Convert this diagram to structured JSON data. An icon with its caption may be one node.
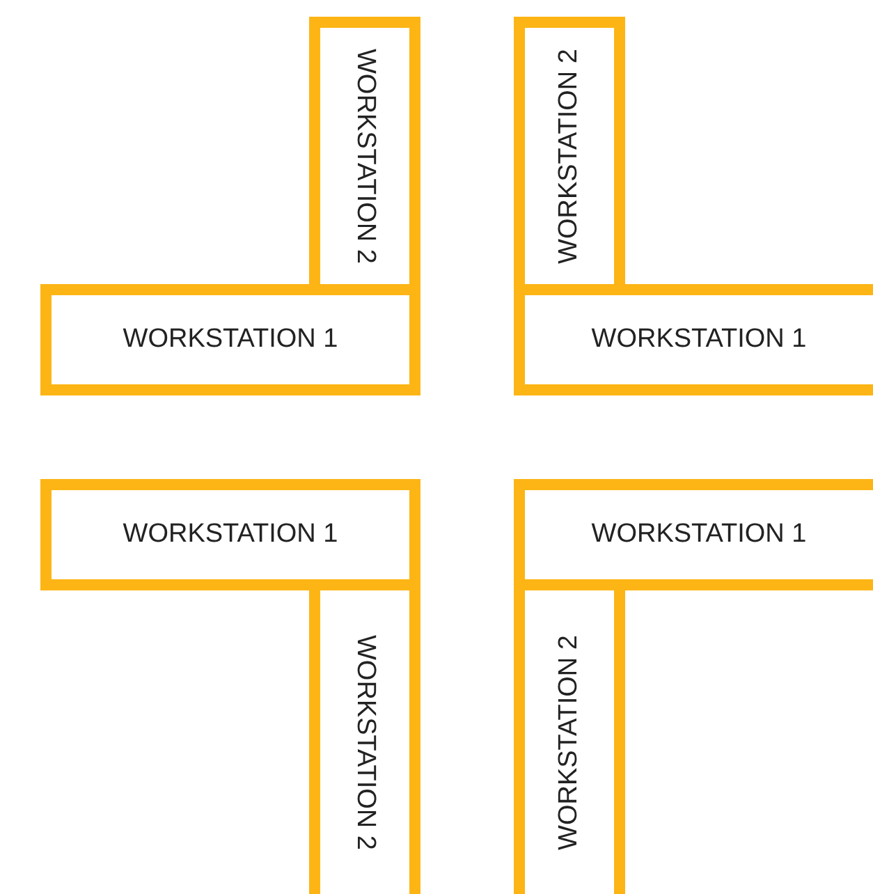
{
  "diagram": {
    "nodes": [
      {
        "text": [
          "WORKSTATION 2"
        ]
      },
      {
        "text": [
          "WORKSTATION 2"
        ]
      },
      {
        "text": [
          "WORKSTATION 1"
        ]
      },
      {
        "text": [
          "WORKSTATION 1"
        ]
      },
      {
        "text": [
          "WORKSTATION 1"
        ]
      },
      {
        "text": [
          "WORKSTATION 1"
        ]
      },
      {
        "text": [
          "WORKSTATION 2"
        ]
      },
      {
        "text": [
          "WORKSTATION 2"
        ]
      }
    ]
  }
}
